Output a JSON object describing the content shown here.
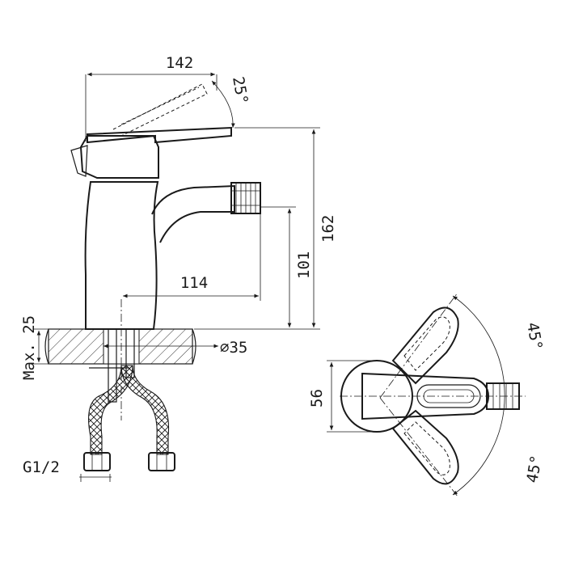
{
  "dimensions": {
    "width_total": "142",
    "lever_angle": "25°",
    "height_total": "162",
    "spout_height": "101",
    "spout_reach": "114",
    "hole_diameter": "⌀35",
    "max_thickness": "Max. 25",
    "thread": "G1/2",
    "body_width": "56",
    "swing_upper": "45°",
    "swing_lower": "45°"
  },
  "colors": {
    "line": "#1a1a1a",
    "background": "#ffffff"
  }
}
